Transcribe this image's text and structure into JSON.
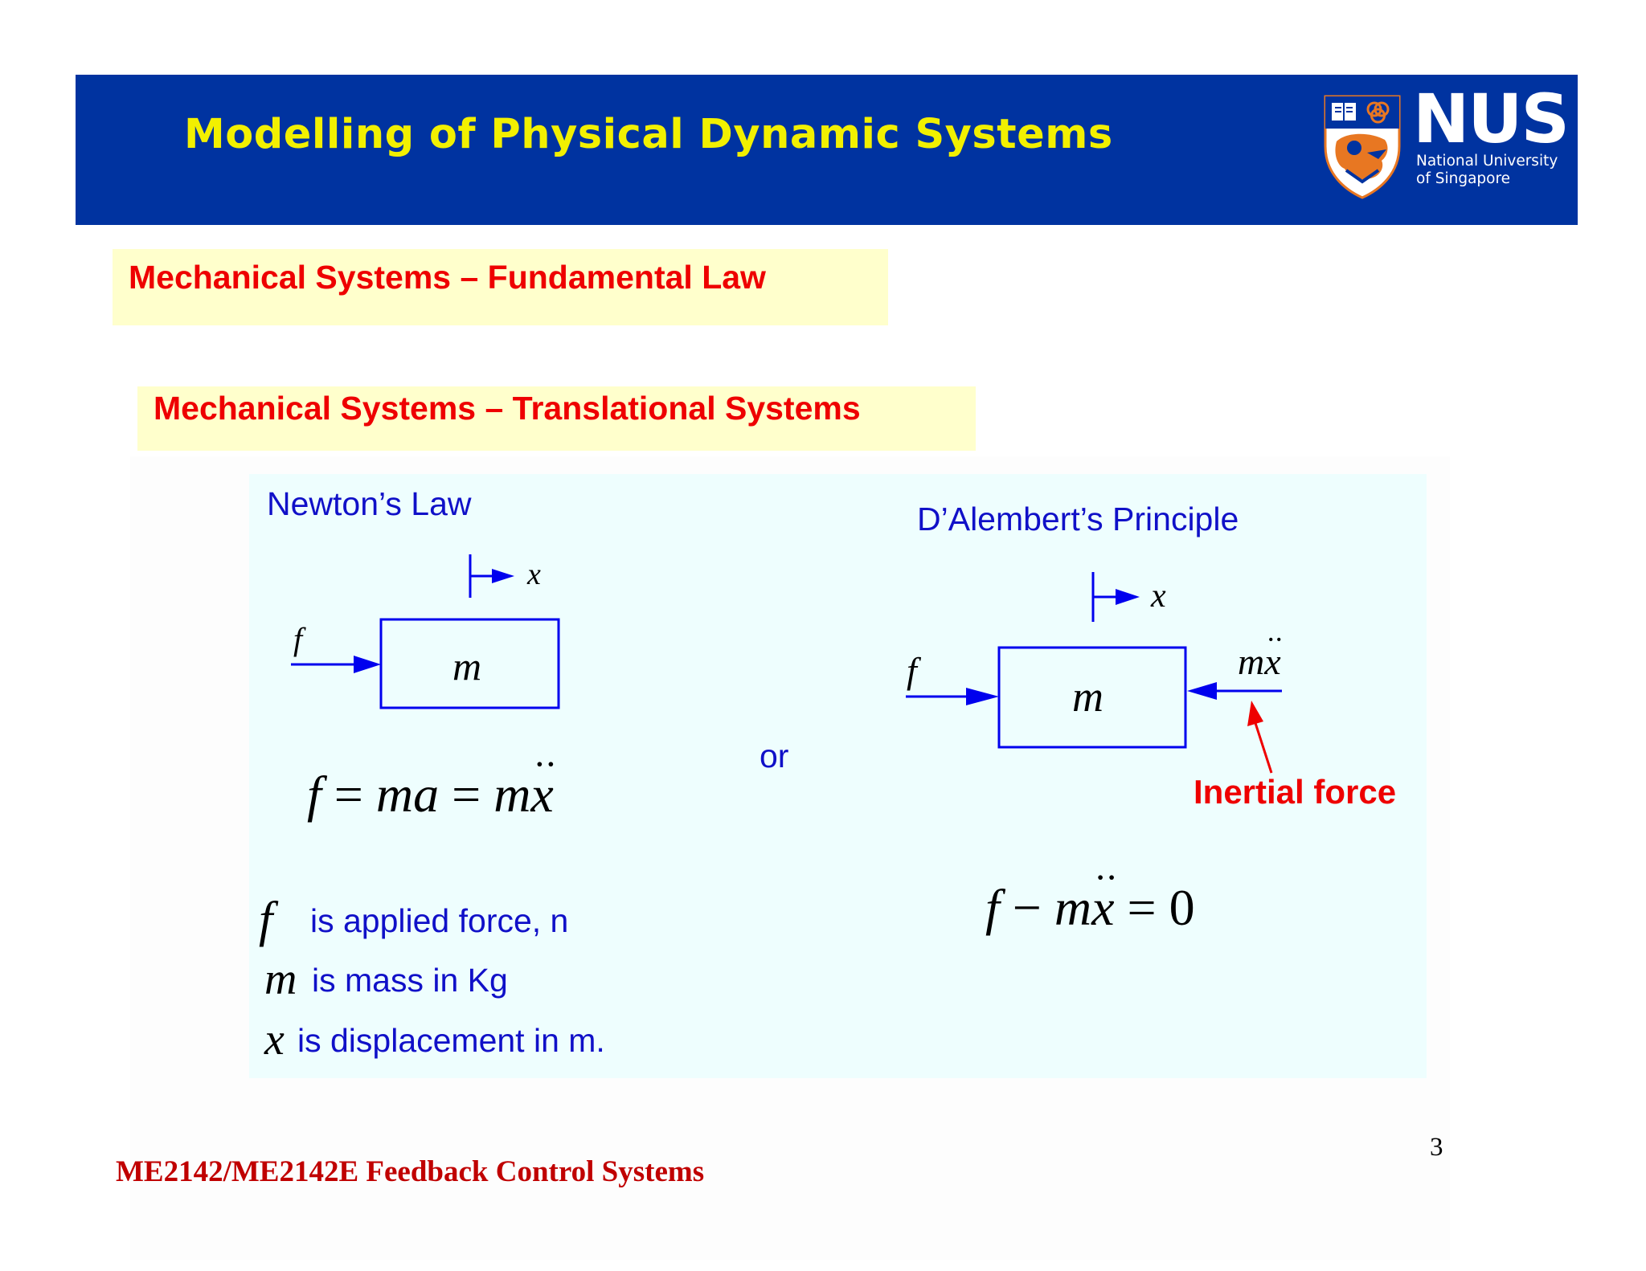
{
  "header": {
    "title": "Modelling of Physical Dynamic Systems",
    "logo": {
      "name": "NUS",
      "line1": "National University",
      "line2": "of Singapore"
    }
  },
  "sections": {
    "fundamental": "Mechanical Systems – Fundamental Law",
    "translational": "Mechanical Systems – Translational Systems"
  },
  "newton": {
    "heading": "Newton’s Law",
    "label_x": "x",
    "label_f": "f",
    "label_m": "m",
    "equation": {
      "f": "f",
      "eq1": " = ",
      "ma": "ma",
      "eq2": " = ",
      "m": "m",
      "xddot": "x",
      "dots": "··"
    },
    "definitions": [
      {
        "symbol": "f",
        "text": "is applied force, n"
      },
      {
        "symbol": "m",
        "text": "is mass in Kg"
      },
      {
        "symbol": "x",
        "text": "is displacement in m."
      }
    ]
  },
  "connector": "or",
  "dalembert": {
    "heading": "D’Alembert’s Principle",
    "label_x": "x",
    "label_f": "f",
    "label_m": "m",
    "label_mxddot_m": "m",
    "label_mxddot_x": "x",
    "dots": "··",
    "inertial_label": "Inertial force",
    "equation": {
      "f": "f",
      "minus": " − ",
      "m": "m",
      "xddot": "x",
      "equals": " = ",
      "zero": "0"
    }
  },
  "colors": {
    "header_bg": "#0033a0",
    "title": "#f2f000",
    "section_bg": "#ffffcc",
    "section_text": "#ee0000",
    "panel_bg": "#eefefe",
    "blue_text": "#1010c8",
    "diagram_blue": "#0000ee",
    "inertial_red": "#ee0000",
    "footer": "#c00000"
  },
  "footer": {
    "course": "ME2142/ME2142E Feedback Control Systems",
    "page": "3"
  }
}
